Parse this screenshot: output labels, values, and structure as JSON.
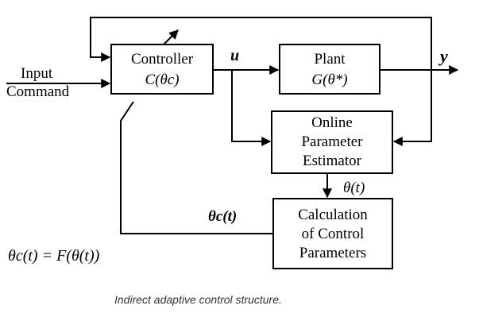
{
  "blocks": {
    "controller": {
      "title": "Controller",
      "symbol": "C(θc)"
    },
    "plant": {
      "title": "Plant",
      "symbol": "G(θ*)"
    },
    "estimator": {
      "line1": "Online",
      "line2": "Parameter",
      "line3": "Estimator"
    },
    "calculation": {
      "line1": "Calculation",
      "line2": "of Control",
      "line3": "Parameters"
    }
  },
  "signals": {
    "input_line1": "Input",
    "input_line2": "Command",
    "control": "u",
    "output": "y",
    "estimate": "θ(t)",
    "controller_params": "θc(t)"
  },
  "equation": "θc(t) = F(θ(t))",
  "caption": "Indirect adaptive control structure."
}
